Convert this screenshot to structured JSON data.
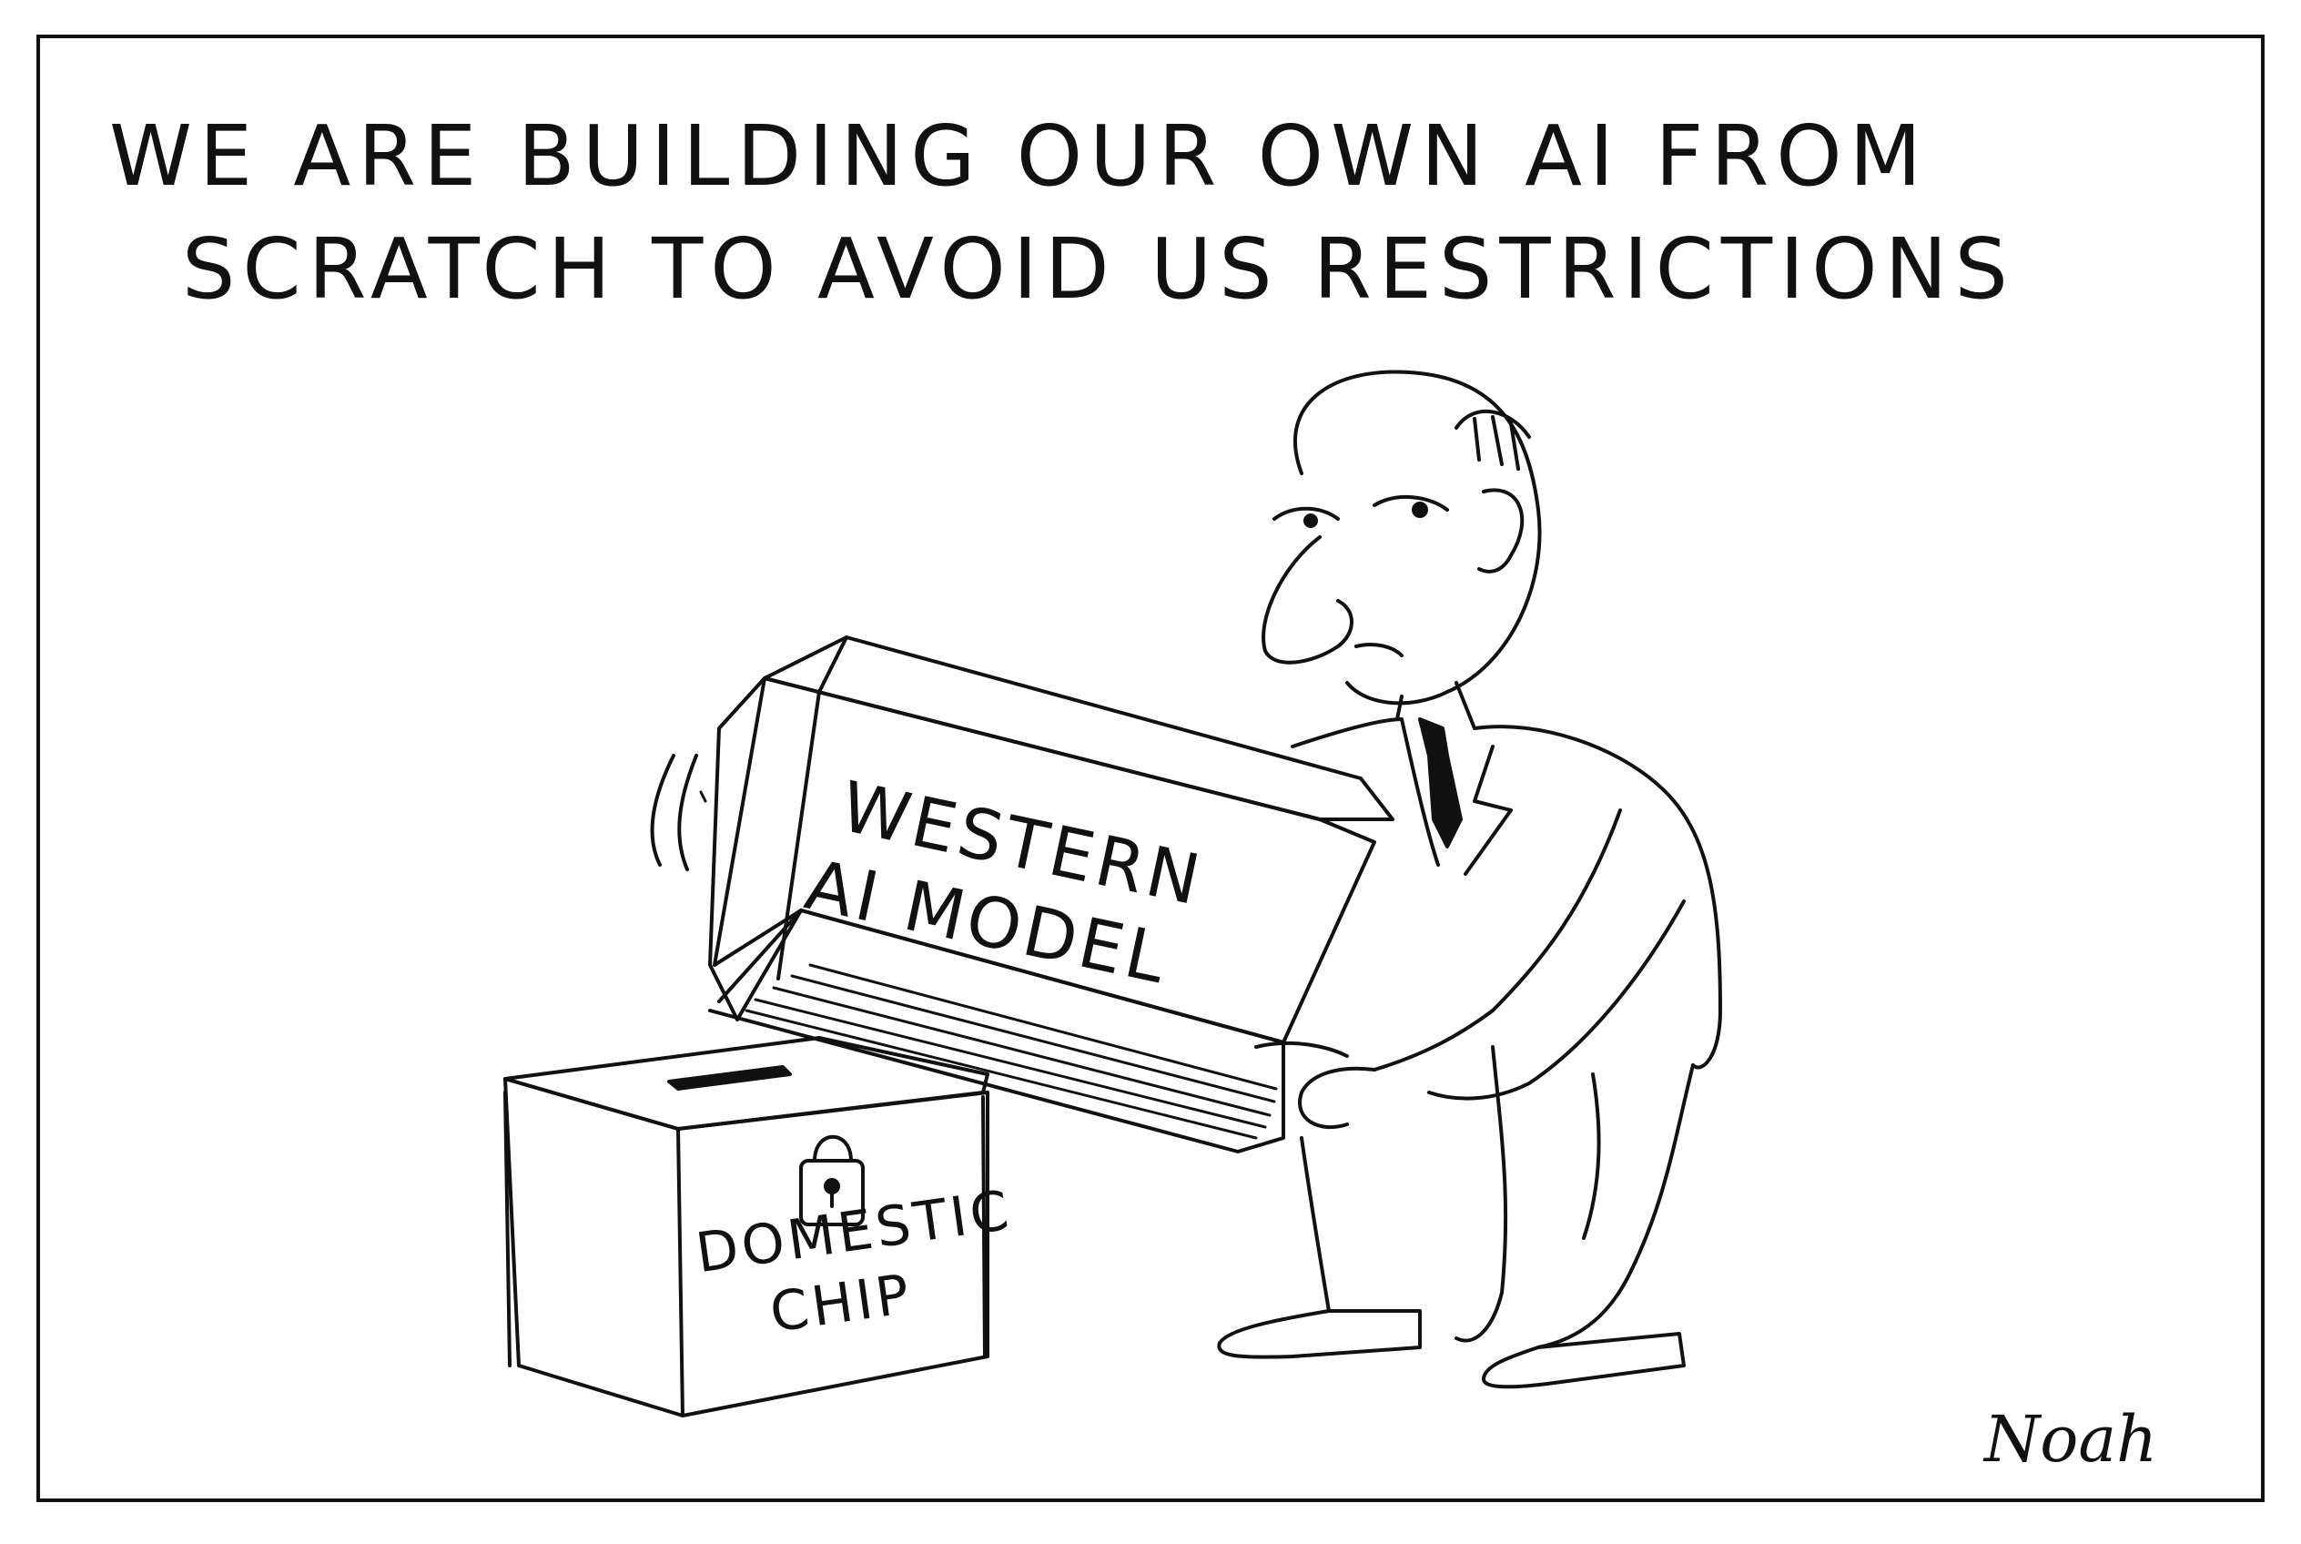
{
  "caption": {
    "line1": "WE ARE BUILDING OUR OWN AI FROM",
    "line2": "SCRATCH TO AVOID US RESTRICTIONS"
  },
  "labels": {
    "western_line1": "WESTERN",
    "western_line2": "AI MODEL",
    "chip_line1": "DOMESTIC",
    "chip_line2": "CHIP"
  },
  "signature": "Noah",
  "colors": {
    "ink": "#111111",
    "paper": "#ffffff"
  }
}
